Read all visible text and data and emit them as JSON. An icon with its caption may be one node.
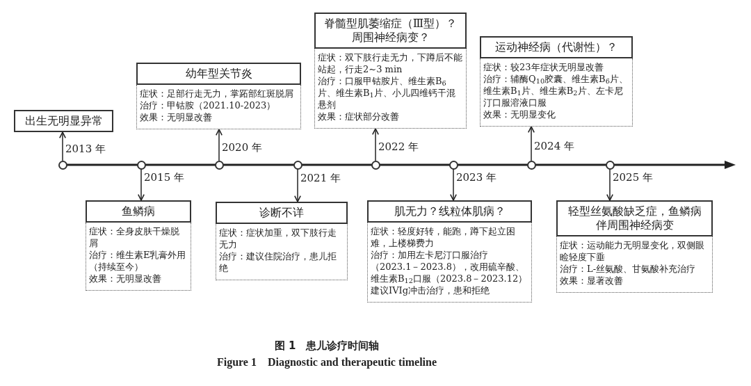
{
  "diagram": {
    "nodes": [
      {
        "text": [],
        "shape": "circle"
      },
      {
        "text": [
          "出生无明显异常"
        ]
      },
      {
        "text": [],
        "shape": "circle"
      },
      {
        "text": [
          "鱼鳞病"
        ]
      },
      {
        "text": [
          "症状：全身皮肤干燥脱屑",
          "治疗：维生素E乳膏外用（持续至今）",
          "效果：无明显改善"
        ]
      },
      {
        "text": [],
        "shape": "circle"
      },
      {
        "text": [
          "幼年型关节炎"
        ]
      },
      {
        "text": [
          "症状：足部行走无力，掌跖部红斑脱屑",
          "治疗：甲钴胺（2021.10-2023）",
          "效果：无明显改善"
        ]
      },
      {
        "text": [],
        "shape": "circle"
      },
      {
        "text": [
          "诊断不详"
        ]
      },
      {
        "text": [
          "症状：症状加重，双下肢行走无力",
          "治疗：建议住院治疗，患儿拒绝"
        ]
      },
      {
        "text": [],
        "shape": "circle"
      },
      {
        "text": [
          "脊髓型肌萎缩症（Ⅲ型）？周围神经病变？"
        ]
      },
      {
        "text": [
          "症状：双下肢行走无力，下蹲后不能站起，行走2~3 min",
          "治疗：口服甲钴胺片、维生素B$_{6}$片、维生素B$_{1}$片、小儿四维钙干混悬剂",
          "效果：症状部分改善"
        ]
      },
      {
        "text": [],
        "shape": "circle"
      },
      {
        "text": [
          "肌无力？线粒体肌病？"
        ]
      },
      {
        "text": [
          "症状：轻度好转，能跑，蹲下起立困难，上楼梯费力",
          "治疗：加用左卡尼汀口服治疗（2023.1－2023.8），改用硫辛酸、维生素B$_{12}$口服（2023.8－2023.12）",
          "建议IVIg冲击治疗，患和拒绝"
        ]
      },
      {
        "text": [],
        "shape": "circle"
      },
      {
        "text": [
          "运动神经病（代谢性）？"
        ]
      },
      {
        "text": [
          "症状：较23年症状无明显改善",
          "治疗：辅酶Q$_{10}$胶囊、维生素B$_{6}$片、维生素B$_{1}$片、维生素B$_{2}$片、左卡尼汀口服溶液口服",
          "效果：无明显变化"
        ]
      },
      {
        "text": [],
        "shape": "circle"
      },
      {
        "text": [
          "轻型丝氨酸缺乏症，鱼鳞病伴周围神经病变"
        ]
      },
      {
        "text": [
          "症状：运动能力无明显变化，双侧眼睑轻度下垂",
          "治疗：L-丝氨酸、甘氨酸补充治疗",
          "效果：显著改善"
        ]
      }
    ],
    "edges": [
      {
        "from": 0,
        "to": 1,
        "arrow": "to",
        "label": "2013 年"
      },
      {
        "from": 2,
        "to": 3,
        "arrow": "to",
        "label": "2015 年"
      },
      {
        "from": 5,
        "to": 7,
        "arrow": "to",
        "label": "2020 年"
      },
      {
        "from": 8,
        "to": 9,
        "arrow": "to",
        "label": "2021 年"
      },
      {
        "from": 11,
        "to": 13,
        "arrow": "to",
        "label": "2022 年"
      },
      {
        "from": 14,
        "to": 15,
        "arrow": "to",
        "label": "2023 年"
      },
      {
        "from": 17,
        "to": 19,
        "arrow": "to",
        "label": "2024 年"
      },
      {
        "from": 20,
        "to": 21,
        "arrow": "to",
        "label": "2025 年"
      }
    ],
    "labels": [
      "图 1　患儿诊疗时间轴",
      "Figure 1　Diagnostic and therapeutic timeline"
    ]
  }
}
